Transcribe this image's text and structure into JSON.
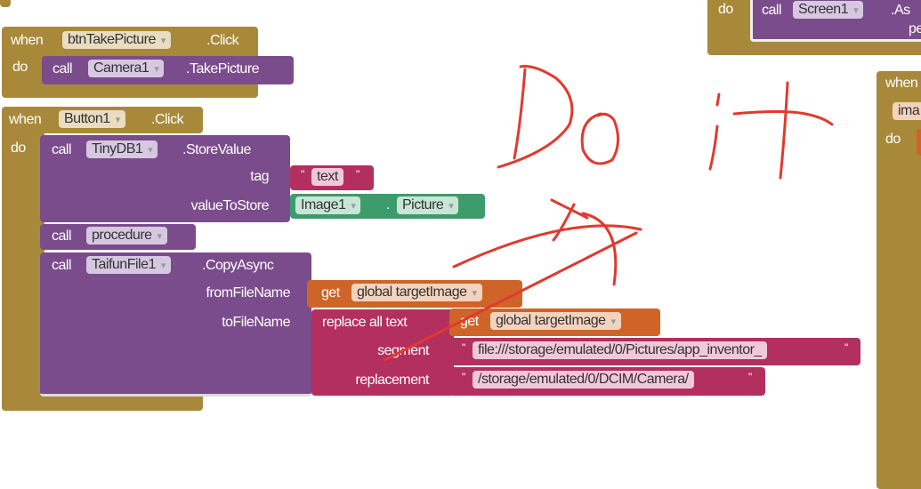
{
  "blocks": {
    "take_picture": {
      "when": "when",
      "component": "btnTakePicture",
      "event": ".Click",
      "do": "do",
      "call": "call",
      "camera": "Camera1",
      "method": ".TakePicture"
    },
    "button1": {
      "when": "when",
      "component": "Button1",
      "event": ".Click",
      "do": "do",
      "store": {
        "call": "call",
        "component": "TinyDB1",
        "method": ".StoreValue",
        "tag_label": "tag",
        "tag_value": "text",
        "value_label": "valueToStore",
        "image": "Image1",
        "property": "Picture",
        "dot": "."
      },
      "procedure": {
        "call": "call",
        "name": "procedure"
      },
      "copy": {
        "call": "call",
        "component": "TaifunFile1",
        "method": ".CopyAsync",
        "from_label": "fromFileName",
        "to_label": "toFileName",
        "get_from": {
          "get": "get",
          "var": "global targetImage"
        },
        "replace": {
          "label": "replace all text",
          "get": "get",
          "var": "global targetImage",
          "segment_label": "segment",
          "segment_value": "file:///storage/emulated/0/Pictures/app_inventor_",
          "replacement_label": "replacement",
          "replacement_value": "/storage/emulated/0/DCIM/Camera/"
        }
      }
    },
    "top_right": {
      "do": "do",
      "call": "call",
      "component": "Screen1",
      "method": ".As",
      "param": "pe"
    },
    "right": {
      "when": "when",
      "param": "ima",
      "do": "do"
    }
  },
  "quote": "\"",
  "dropdown": "▾",
  "annotation": {
    "color": "#e03a30"
  },
  "colors": {
    "event": "#a8893a",
    "call": "#7b4c8c",
    "text": "#b22f5e",
    "variable": "#cf6428",
    "property": "#3d9c6b"
  }
}
